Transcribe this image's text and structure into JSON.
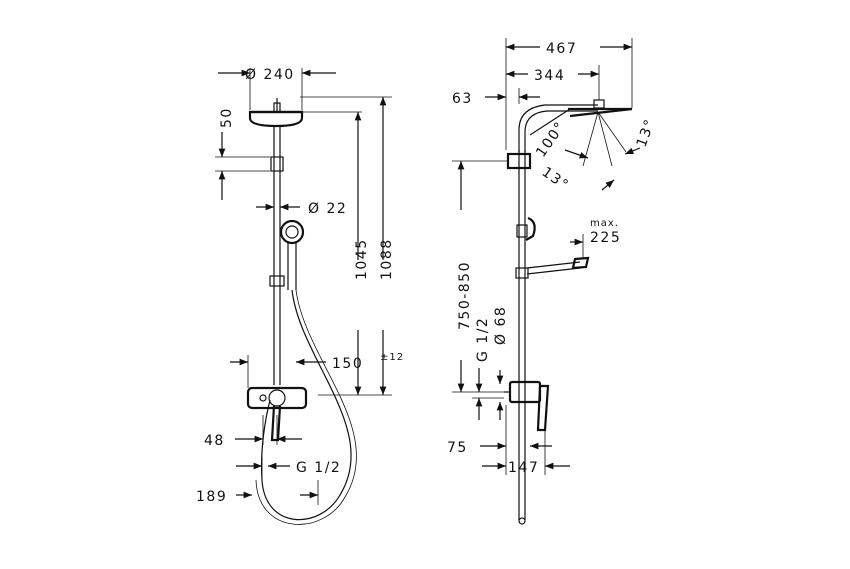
{
  "front_view": {
    "head_diameter": "Ø 240",
    "head_height": "50",
    "pipe_diameter": "Ø 22",
    "height_to_head": "1045",
    "total_height": "1088",
    "handshower_offset": "150",
    "tolerance": "±12",
    "mixer_depth": "48",
    "outlet_offset": "189",
    "connection_thread": "G 1/2"
  },
  "side_view": {
    "overall_reach": "467",
    "arm_reach": "344",
    "wall_offset": "63",
    "tilt_angle": "100°",
    "swivel_down": "13°",
    "swivel_up": "13°",
    "max_label": "max.",
    "max_value": "225",
    "center_range": "750-850",
    "connection_thread": "G 1/2",
    "rosette_diameter": "Ø 68",
    "mixer_offset": "75",
    "mixer_projection": "147"
  }
}
